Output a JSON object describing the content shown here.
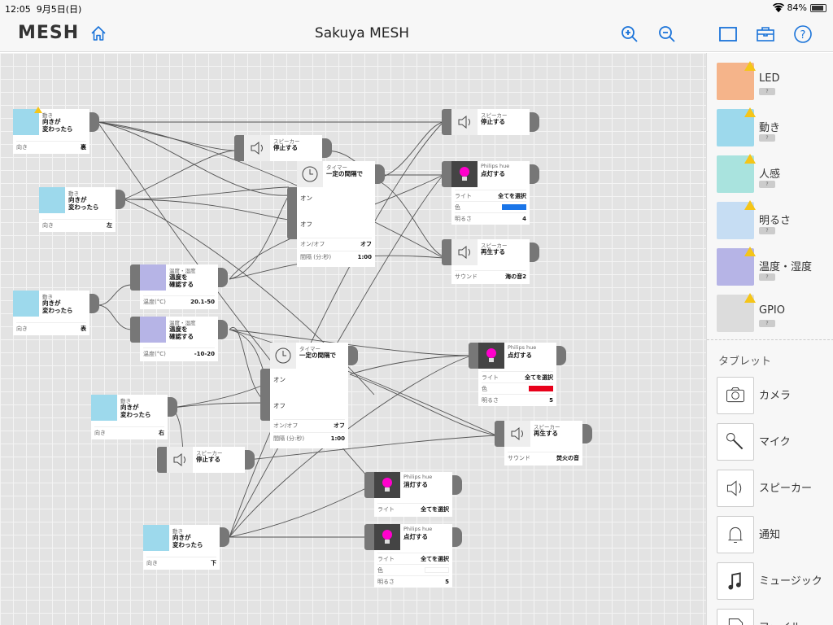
{
  "status": {
    "time": "12:05",
    "date": "9月5日(日)",
    "battery": "84%"
  },
  "header": {
    "logo": "MESH",
    "title": "Sakuya MESH"
  },
  "blocks": {
    "m1": {
      "cat": "動き",
      "act": "向きが\n変わったら",
      "k": "向き",
      "v": "裏"
    },
    "m2": {
      "cat": "動き",
      "act": "向きが\n変わったら",
      "k": "向き",
      "v": "左"
    },
    "m3": {
      "cat": "動き",
      "act": "向きが\n変わったら",
      "k": "向き",
      "v": "表"
    },
    "m4": {
      "cat": "動き",
      "act": "向きが\n変わったら",
      "k": "向き",
      "v": "右"
    },
    "m5": {
      "cat": "動き",
      "act": "向きが\n変わったら",
      "k": "向き",
      "v": "下"
    },
    "sp1": {
      "cat": "スピーカー",
      "act": "停止する"
    },
    "sp2": {
      "cat": "スピーカー",
      "act": "停止する"
    },
    "sp3": {
      "cat": "スピーカー",
      "act": "停止する"
    },
    "sp4": {
      "cat": "スピーカー",
      "act": "再生する",
      "k": "サウンド",
      "v": "海の音2"
    },
    "sp5": {
      "cat": "スピーカー",
      "act": "再生する",
      "k": "サウンド",
      "v": "焚火の音"
    },
    "t1": {
      "cat": "タイマー",
      "act": "一定の間隔で",
      "on": "オン",
      "off": "オフ",
      "k1": "オン/オフ",
      "v1": "オフ",
      "k2": "間隔 (分:秒)",
      "v2": "1:00"
    },
    "t2": {
      "cat": "タイマー",
      "act": "一定の間隔で",
      "on": "オン",
      "off": "オフ",
      "k1": "オン/オフ",
      "v1": "オフ",
      "k2": "間隔 (分:秒)",
      "v2": "1:00"
    },
    "th1": {
      "cat": "温度・湿度",
      "act": "温度を\n確認する",
      "k": "温度(°C)",
      "v": "20.1-50"
    },
    "th2": {
      "cat": "温度・湿度",
      "act": "温度を\n確認する",
      "k": "温度(°C)",
      "v": "-10-20"
    },
    "h1": {
      "cat": "Philips hue",
      "act": "点灯する",
      "k1": "ライト",
      "v1": "全てを選択",
      "k2": "色",
      "k3": "明るさ",
      "v3": "4",
      "color": "#1a75e8"
    },
    "h2": {
      "cat": "Philips hue",
      "act": "点灯する",
      "k1": "ライト",
      "v1": "全てを選択",
      "k2": "色",
      "k3": "明るさ",
      "v3": "5",
      "color": "#e8001a"
    },
    "h3": {
      "cat": "Philips hue",
      "act": "消灯する",
      "k1": "ライト",
      "v1": "全てを選択"
    },
    "h4": {
      "cat": "Philips hue",
      "act": "点灯する",
      "k1": "ライト",
      "v1": "全てを選択",
      "k2": "色",
      "k3": "明るさ",
      "v3": "5",
      "color": "#ffffff"
    }
  },
  "panel": {
    "items": [
      {
        "label": "LED",
        "q": "?",
        "color": "#f5b48a"
      },
      {
        "label": "動き",
        "q": "?",
        "color": "#9dd9ec"
      },
      {
        "label": "人感",
        "q": "?",
        "color": "#a9e3de"
      },
      {
        "label": "明るさ",
        "q": "?",
        "color": "#c6ddf3"
      },
      {
        "label": "温度・湿度",
        "q": "?",
        "color": "#b6b4e6"
      },
      {
        "label": "GPIO",
        "q": "?",
        "color": "#dcdcdc"
      }
    ],
    "section": "タブレット",
    "tablet": [
      "カメラ",
      "マイク",
      "スピーカー",
      "通知",
      "ミュージック",
      "ファイル"
    ]
  }
}
